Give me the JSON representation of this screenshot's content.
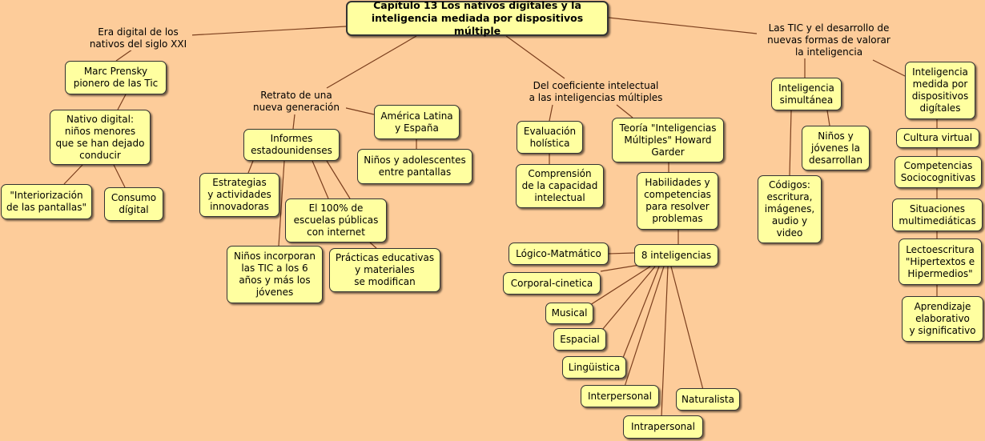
{
  "colors": {
    "background": "#fdcc9a",
    "node_fill": "#ffffa0",
    "line": "#7b3f1e"
  },
  "title": "Capítulo 13 Los nativos digitales y la\ninteligencia mediada por dispositivos múltiple",
  "labels": {
    "era": "Era digital de los\nnativos del siglo XXI",
    "retrato": "Retrato de una\nnueva generación",
    "coef": "Del coeficiente intelectual\na las inteligencias múltiples",
    "tic": "Las TIC y el desarrollo de\nnuevas formas de valorar\nla inteligencia"
  },
  "nodes": {
    "prensky": "Marc Prensky\npionero de las Tic",
    "nativo": "Nativo digital:\nniños menores\nque se han dejado\nconducir",
    "interiorizacion": "\"Interiorización\nde las pantallas\"",
    "consumo": "Consumo\ndígital",
    "informes": "Informes\nestadounidenses",
    "america": "América Latina\ny España",
    "ninos_pantallas": "Niños y adolescentes\nentre pantallas",
    "estrategias": "Estrategias\ny actividades\ninnovadoras",
    "escuelas": "El 100% de\nescuelas públicas\ncon internet",
    "ninos_tic": "Niños incorporan\nlas TIC a los 6\naños y más los\njóvenes",
    "practicas": "Prácticas educativas\ny materiales\nse modifican",
    "evaluacion": "Evaluación\nholística",
    "comprension": "Comprensión\nde la capacidad\nintelectual",
    "teoria": "Teoría \"Inteligencias\nMúltiples\" Howard\nGarder",
    "habilidades": "Habilidades y\ncompetencias\npara resolver\nproblemas",
    "ocho": "8 inteligencias",
    "logico": "Lógico-Matmático",
    "corporal": "Corporal-cinetica",
    "musical": "Musical",
    "espacial": "Espacial",
    "linguistica": "Lingüistica",
    "interpersonal": "Interpersonal",
    "naturalista": "Naturalista",
    "intrapersonal": "Intrapersonal",
    "simultanea": "Inteligencia\nsimultánea",
    "ninos_jovenes": "Niños y\njóvenes la\ndesarrollan",
    "codigos": "Códigos:\nescritura,\nimágenes,\naudio y\nvideo",
    "mediada": "Inteligencia\nmedida por\ndispositivos\ndigítales",
    "cultura": "Cultura virtual",
    "competencias": "Competencias\nSociocognitivas",
    "situaciones": "Situaciones\nmultimediáticas",
    "lectoescritura": "Lectoescritura\n\"Hipertextos e\nHipermedios\"",
    "aprendizaje": "Aprendizaje\nelaborativo\ny significativo"
  }
}
